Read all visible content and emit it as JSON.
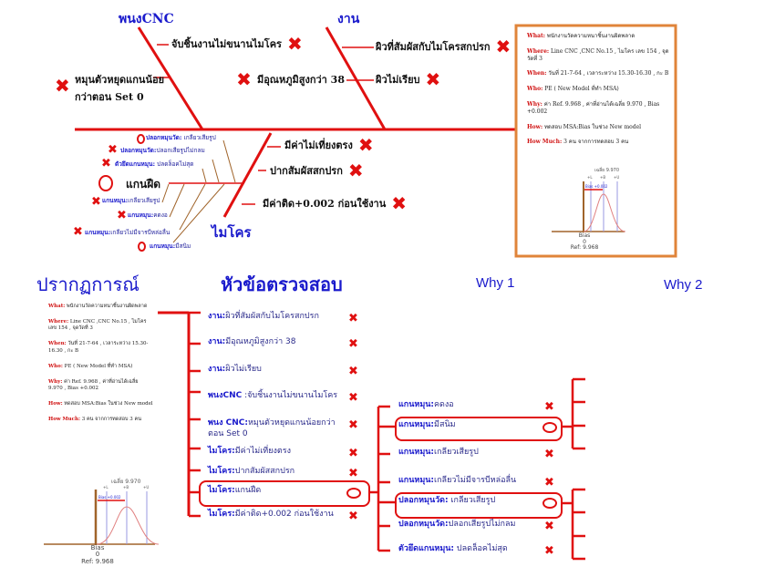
{
  "fishbone": {
    "categories": {
      "machine": "พนงCNC",
      "work": "งาน",
      "micro": "ไมโคร",
      "sub": "แกนฝืด"
    },
    "causes": {
      "machine1": "จับชิ้นงานไม่ขนานไมโคร",
      "machine2a": "หมุนตัวหยุดแกนน้อย",
      "machine2b": "กว่าตอน Set 0",
      "work1": "ผิวที่สัมผัสกับไมโครสกปรก",
      "work2": "ผิวไม่เรียบ",
      "work3": "มีอุณหภูมิสูงกว่า 38",
      "micro1": "มีค่าไม่เที่ยงตรง",
      "micro2": "ปากสัมผัสสกปรก",
      "micro3": "มีค่าติด+0.002  ก่อนใช้งาน"
    },
    "sub_causes": [
      {
        "head": "ปลอกหมุนวัด:",
        "text": " เกลียวเสียรูป",
        "mark": "O"
      },
      {
        "head": "ปลอกหมุนวัด:",
        "text": "ปลอกเสียรูปไม่กลม",
        "mark": "X"
      },
      {
        "head": "ตัวยึดแกนหมุน:",
        "text": " ปลดล็อคไม่สุด",
        "mark": "X"
      },
      {
        "head": "แกนหมุน:",
        "text": "เกลียวเสียรูป",
        "mark": "X"
      },
      {
        "head": "แกนหมุน:",
        "text": "คดงอ",
        "mark": "X"
      },
      {
        "head": "แกนหมุน:",
        "text": "เกลียวไม่มีจารบีหล่อลื่น",
        "mark": "X"
      },
      {
        "head": "แกนหมุน:",
        "text": "มีสนิม",
        "mark": "O"
      }
    ]
  },
  "info": {
    "what_k": "What:",
    "what": " พนักงานวัดความหนาชิ้นงานผิดพลาด",
    "where_k": "Where:",
    "where": " Line CNC ,CNC No.15 , ไมโคร เลข 154 , จุดวัดที่ 3",
    "when_k": "When:",
    "when": " วันที่ 21-7-64 , เวลาระหว่าง 15.30-16.30 , กะ B",
    "who_k": "Who:",
    "who": " PE ( New Model ที่ทำ MSA)",
    "why_k": "Why:",
    "why": " ค่า Ref. 9.968 , ค่าที่อ่านได้เฉลี่ย 9.970 , Bias +0.002",
    "how_k": "How:",
    "how": " ทดสอบ MSA:Bias ในช่วง New model",
    "howmuch_k": "How Much:",
    "howmuch": " 3 คน จากการทดสอบ 3 คน"
  },
  "bias_chart": {
    "mean_label": "เฉลี่ย 9.970",
    "bias_label": "Bias +0.002",
    "ticks": [
      "+L",
      "+B",
      "+U"
    ],
    "axis1": "Bias",
    "axis2": "0",
    "ref": "Ref: 9.968"
  },
  "bottom": {
    "h_phenomenon": "ปรากฏการณ์",
    "h_check": "หัวข้อตรวจสอบ",
    "h_why1": "Why 1",
    "h_why2": "Why 2",
    "check_items": [
      {
        "head": "งาน:",
        "text": "ผิวที่สัมผัสกับไมโครสกปรก",
        "mark": "X"
      },
      {
        "head": "งาน:",
        "text": "มีอุณหภูมิสูงกว่า  38",
        "mark": "X"
      },
      {
        "head": "งาน:",
        "text": "ผิวไม่เรียบ",
        "mark": "X"
      },
      {
        "head": "พนงCNC",
        "text": " :จับชิ้นงานไม่ขนานไมโคร",
        "mark": "X"
      },
      {
        "head": "พนง CNC:",
        "text": "หมุนตัวหยุดแกนน้อยกว่าตอน  Set 0",
        "mark": "X"
      },
      {
        "head": "ไมโคร:",
        "text": "มีค่าไม่เที่ยงตรง",
        "mark": "X"
      },
      {
        "head": "ไมโคร:",
        "text": "ปากสัมผัสสกปรก",
        "mark": "X"
      },
      {
        "head": "ไมโคร:",
        "text": "แกนฝืด",
        "mark": "O"
      },
      {
        "head": "ไมโคร:",
        "text": "มีค่าติด+0.002 ก่อนใช้งาน",
        "mark": "X"
      }
    ],
    "why1_items": [
      {
        "head": "แกนหมุน:",
        "text": "คดงอ",
        "mark": "X"
      },
      {
        "head": "แกนหมุน:",
        "text": "มีสนิม",
        "mark": "O"
      },
      {
        "head": "แกนหมุน:",
        "text": "เกลียวเสียรูป",
        "mark": "X"
      },
      {
        "head": "แกนหมุน:",
        "text": "เกลียวไม่มีจารบีหล่อลื่น",
        "mark": "X"
      },
      {
        "head": "ปลอกหมุนวัด:",
        "text": " เกลียวเสียรูป",
        "mark": "O"
      },
      {
        "head": "ปลอกหมุนวัด:",
        "text": "ปลอกเสียรูปไม่กลม",
        "mark": "X"
      },
      {
        "head": "ตัวยึดแกนหมุน:",
        "text": "  ปลดล็อคไม่สุด",
        "mark": "X"
      }
    ]
  }
}
